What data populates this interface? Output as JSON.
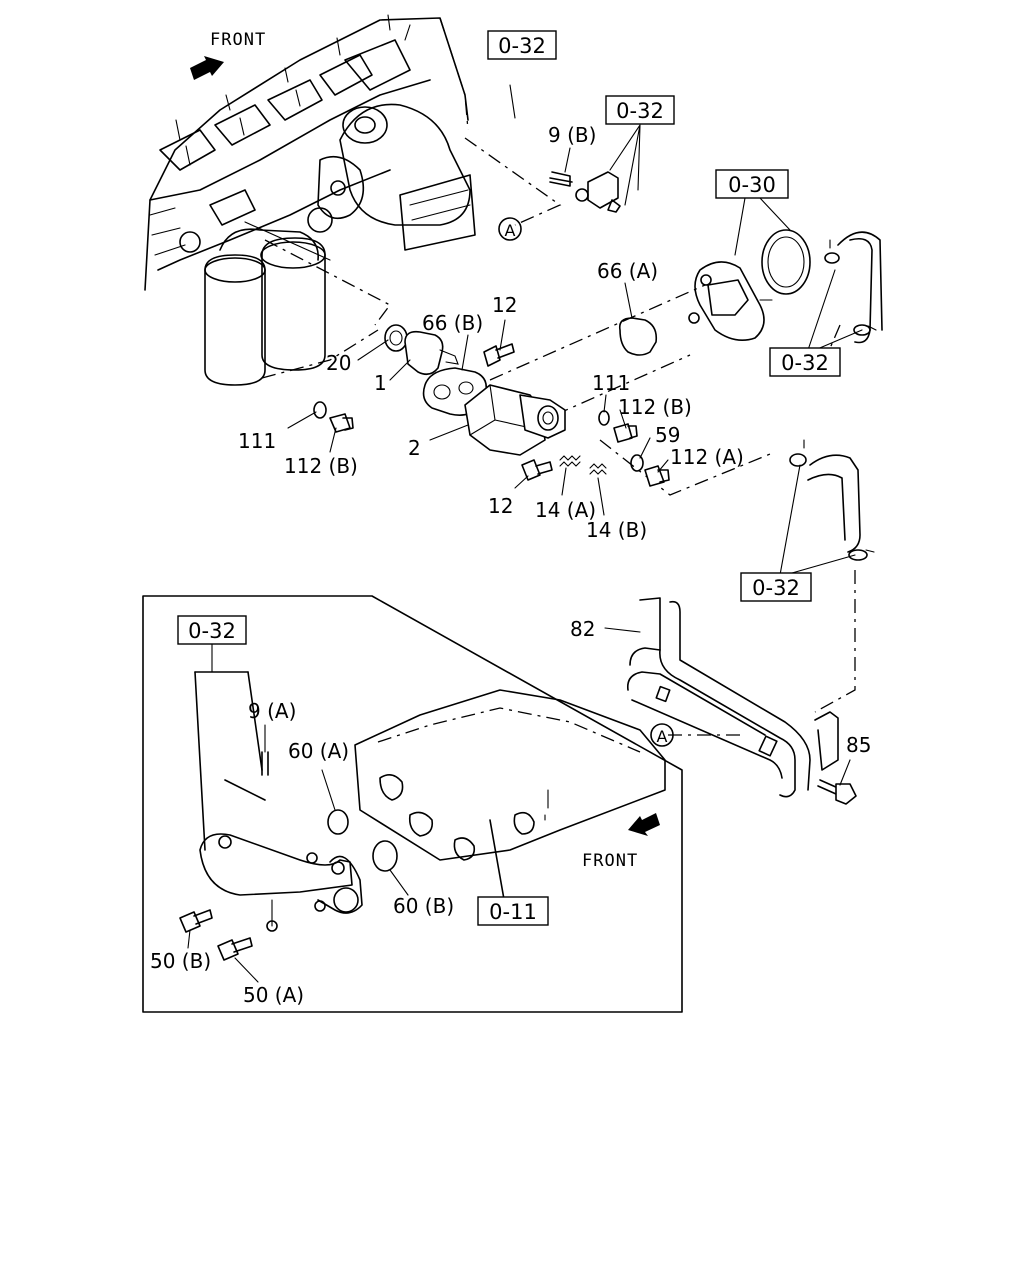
{
  "front_labels": [
    "FRONT",
    "FRONT"
  ],
  "refs": {
    "r032_top": "0-32",
    "r032_clip": "0-32",
    "r030": "0-30",
    "r032_hose_upper": "0-32",
    "r032_hose_lower": "0-32",
    "r032_inset": "0-32",
    "r011": "0-11"
  },
  "callout_marker": "A",
  "parts": {
    "p9b": "9 (B)",
    "p66a": "66 (A)",
    "p66b": "66 (B)",
    "p12_top": "12",
    "p20": "20",
    "p1": "1",
    "p2": "2",
    "p111_left": "111",
    "p112b_left": "112 (B)",
    "p111_right": "111",
    "p112b_right": "112 (B)",
    "p59": "59",
    "p112a": "112 (A)",
    "p12_bottom": "12",
    "p14a": "14 (A)",
    "p14b": "14 (B)",
    "p82": "82",
    "p85": "85",
    "p9a": "9 (A)",
    "p60a": "60 (A)",
    "p60b": "60 (B)",
    "p50b": "50 (B)",
    "p50a": "50 (A)"
  }
}
